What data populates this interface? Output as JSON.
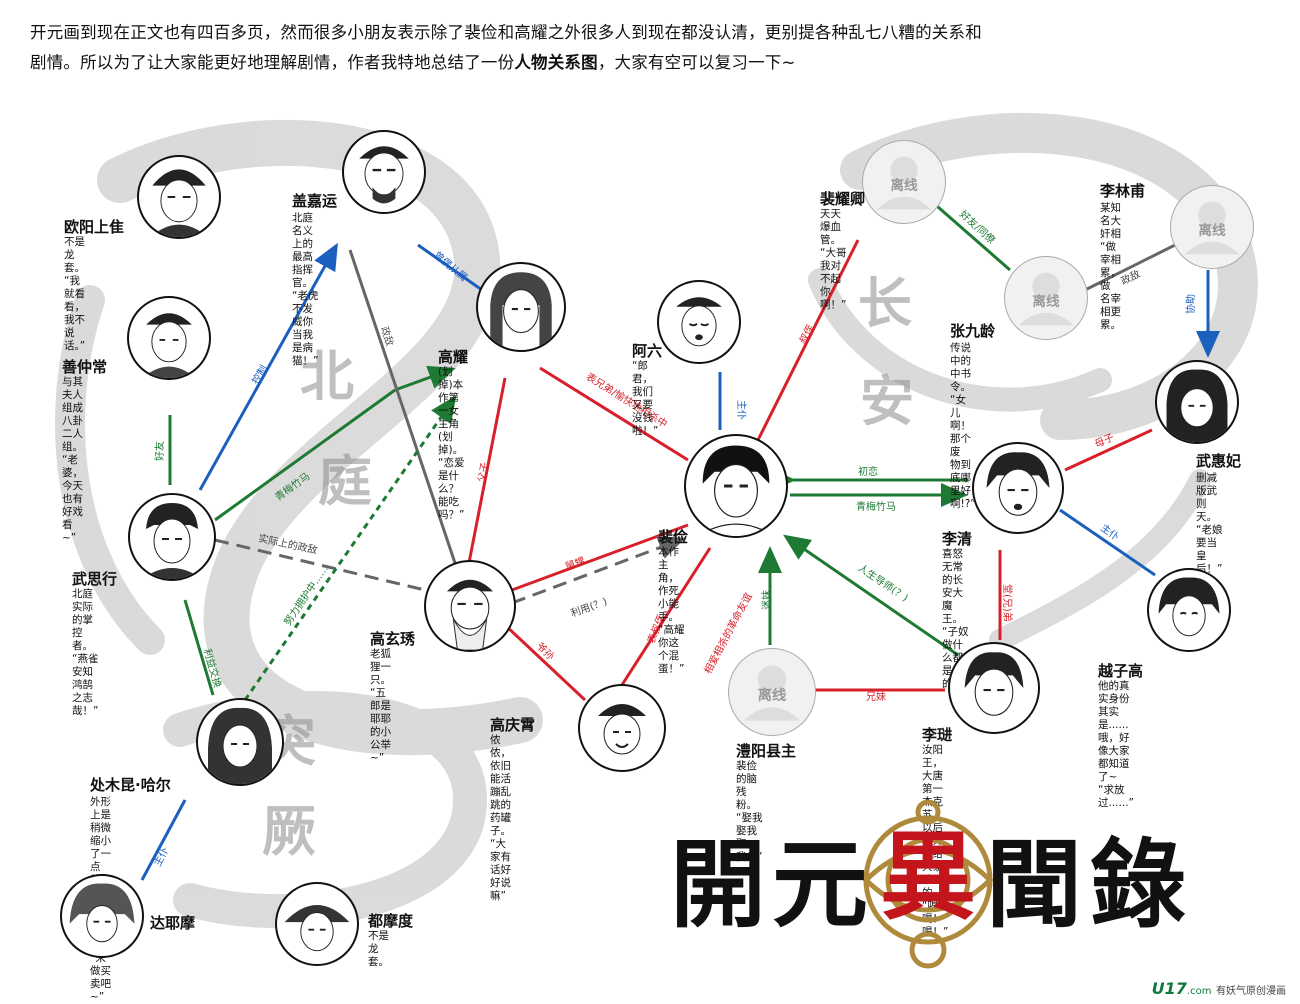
{
  "intro": {
    "line1": "开元画到现在正文也有四百多页，然而很多小朋友表示除了裴俭和高耀之外很多人到现在都没认清，更别提各种乱七八糟的关系和",
    "line2a": "剧情。所以为了让大家能更好地理解剧情，作者我特地总结了一份",
    "line2b": "人物关系图",
    "line2c": "，大家有空可以复习一下~"
  },
  "offline_label": "离线",
  "regions": [
    "北",
    "庭",
    "长",
    "安",
    "突",
    "厥"
  ],
  "colors": {
    "red": "#d8202a",
    "blue": "#1b5fbf",
    "green": "#1e7a33",
    "gray": "#666666"
  },
  "characters": [
    {
      "id": "ouyang",
      "name": "欧阳上隹",
      "desc": "不是龙套。\n“我就看看，我不说话。”"
    },
    {
      "id": "gaijia",
      "name": "盖嘉运",
      "desc": "北庭名义上的最高指挥官。\n“老虎不发威你当我是病猫！”"
    },
    {
      "id": "shan",
      "name": "善仲常",
      "desc": "与其夫人组成八卦二人组。\n“老婆，今天也有好戏看~”"
    },
    {
      "id": "gaoyao",
      "name": "高耀",
      "desc": "(划掉)本作第一女主角(划掉)。\n“恋爱是什么？能吃吗？”"
    },
    {
      "id": "aliu",
      "name": "阿六",
      "desc": "“郎君，我们又要没钱啦！”"
    },
    {
      "id": "peiyao",
      "name": "裴耀卿",
      "desc": "天天爆血管。\n“大哥我对不起你啊！”"
    },
    {
      "id": "lilinfu",
      "name": "李林甫",
      "desc": "某知名大奸相\n“做宰相累，做\n名宰相更累。"
    },
    {
      "id": "zhang",
      "name": "张九龄",
      "desc": "传说中的中书令。\n“女儿啊！那个废\n物到底哪里好啊!?”"
    },
    {
      "id": "wuhui",
      "name": "武惠妃",
      "desc": "删减版武则天。\n“老娘要当皇后！”"
    },
    {
      "id": "wusi",
      "name": "武思行",
      "desc": "北庭实际的掌控者。\n“燕雀安知鸿鹄之志哉！”"
    },
    {
      "id": "peijian",
      "name": "裴俭",
      "desc": "本作主角，作死小能手。\n“高耀你这个混蛋！”"
    },
    {
      "id": "liqing",
      "name": "李清",
      "desc": "喜怒无常的长安大魔王。\n“子奴做什么都是对的！”"
    },
    {
      "id": "yue",
      "name": "越子高",
      "desc": "他的真实身份其实是......\n哦，好像大家都知道了~\n“求放过......”"
    },
    {
      "id": "gaoxuan",
      "name": "高玄琇",
      "desc": "老狐狸一只。\n“五郎是耶耶的小公举~”"
    },
    {
      "id": "chumu",
      "name": "处木昆·哈尔",
      "desc": "外形上是稍微缩小了一点\n的高耀。真·霸道总裁。\n“来做买卖吧~”"
    },
    {
      "id": "gaoqing",
      "name": "高庆霄",
      "desc": "侬侬，依旧能活\n蹦乱跳的药罐子。\n“大家有话好好说嘛”"
    },
    {
      "id": "liyang",
      "name": "澧阳县主",
      "desc": "裴俭的脑残粉。\n“娶我娶我娶我！”"
    },
    {
      "id": "lijin",
      "name": "李琎",
      "desc": "汝阳王，大唐第一杰克苏。\n以后会介绍给大家认识的。\n“喝！喝！喝！”"
    },
    {
      "id": "dayemo",
      "name": "达耶摩",
      "desc": ""
    },
    {
      "id": "dumodu",
      "name": "都摩度",
      "desc": "不是龙套。"
    }
  ],
  "relations": [
    {
      "label": "好友",
      "color": "green"
    },
    {
      "label": "控制",
      "color": "blue"
    },
    {
      "label": "青梅竹马",
      "color": "green"
    },
    {
      "label": "政敌",
      "color": "gray"
    },
    {
      "label": "曾偶从属",
      "color": "blue"
    },
    {
      "label": "实际上的政敌",
      "color": "gray"
    },
    {
      "label": "利益交换",
      "color": "green"
    },
    {
      "label": "努力拥护中……",
      "color": "green"
    },
    {
      "label": "父子",
      "color": "red"
    },
    {
      "label": "表兄弟/愉快地相杀中",
      "color": "red"
    },
    {
      "label": "主仆",
      "color": "blue"
    },
    {
      "label": "舅甥",
      "color": "red"
    },
    {
      "label": "利用(？)",
      "color": "gray"
    },
    {
      "label": "表叔侄",
      "color": "red"
    },
    {
      "label": "相爱相杀的革命友谊",
      "color": "red"
    },
    {
      "label": "爷孙",
      "color": "red"
    },
    {
      "label": "叔侄",
      "color": "red"
    },
    {
      "label": "好友/同僚",
      "color": "green"
    },
    {
      "label": "政敌",
      "color": "gray"
    },
    {
      "label": "协助",
      "color": "blue"
    },
    {
      "label": "初恋",
      "color": "green"
    },
    {
      "label": "青梅竹马",
      "color": "green"
    },
    {
      "label": "母子",
      "color": "red"
    },
    {
      "label": "主仆",
      "color": "blue"
    },
    {
      "label": "堂(兄)弟",
      "color": "red"
    },
    {
      "label": "人生导师(？)",
      "color": "green"
    },
    {
      "label": "迷妹",
      "color": "green"
    },
    {
      "label": "兄妹",
      "color": "red"
    },
    {
      "label": "主仆",
      "color": "blue"
    }
  ],
  "logo": {
    "title": [
      "開",
      "元",
      "異",
      "聞",
      "錄"
    ]
  },
  "watermark": {
    "brand": "U17",
    "sub": ".com",
    "slogan": "有妖气原创漫画"
  }
}
